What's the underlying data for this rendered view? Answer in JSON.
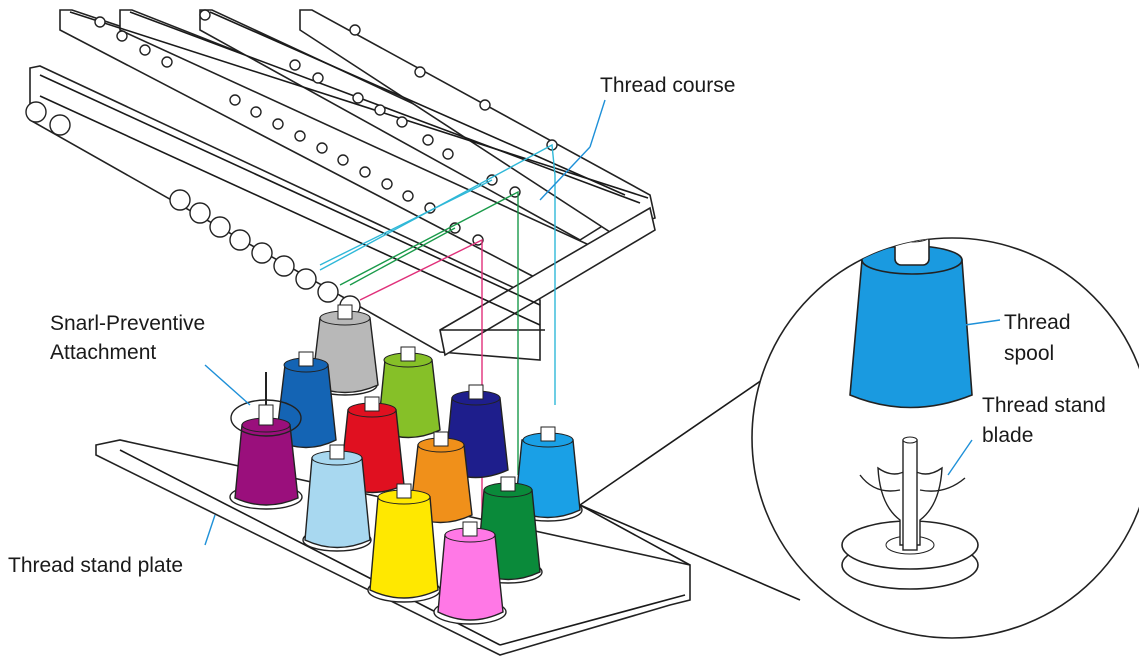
{
  "labels": {
    "thread_course": "Thread course",
    "snarl_line1": "Snarl-Preventive",
    "snarl_line2": "Attachment",
    "thread_stand_plate": "Thread stand plate",
    "thread_spool_line1": "Thread",
    "thread_spool_line2": "spool",
    "thread_stand_blade_line1": "Thread stand",
    "thread_stand_blade_line2": "blade"
  },
  "colors": {
    "line": "#1a1a1a",
    "leader": "#1e90d8",
    "thread_cyan": "#2fb8d8",
    "thread_green": "#1a9a4a",
    "thread_magenta": "#e0307a",
    "spools": {
      "purple": "#9a0f7c",
      "blue": "#1464b4",
      "gray": "#b8b8b8",
      "light_green": "#86c028",
      "red": "#e01020",
      "navy": "#1e1e8c",
      "light_blue": "#a8d8f0",
      "orange": "#f0901a",
      "cyan_blue": "#1aa0e6",
      "yellow": "#ffe800",
      "green": "#0a8a3a",
      "pink": "#ff78e6",
      "detail_spool": "#1a9ae0"
    }
  }
}
